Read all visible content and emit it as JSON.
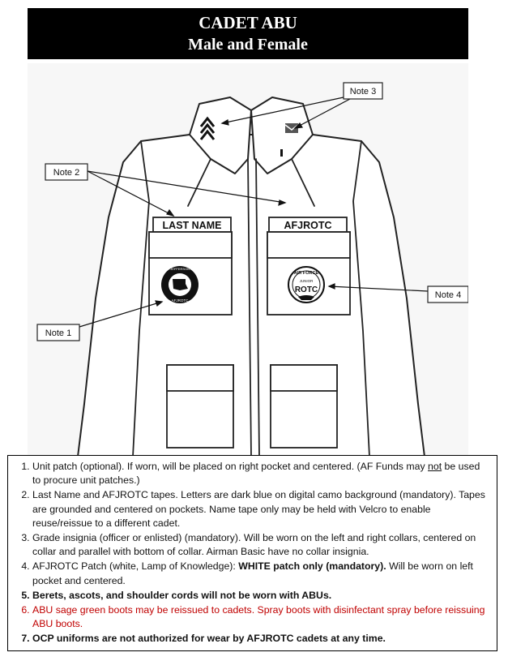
{
  "title_line1": "CADET ABU",
  "title_line2": "Male and Female",
  "callouts": {
    "note1": "Note 1",
    "note2": "Note 2",
    "note3": "Note 3",
    "note4": "Note 4"
  },
  "tapes": {
    "name_tape": "LAST NAME",
    "service_tape": "AFJROTC"
  },
  "patches": {
    "unit_patch_top": "EAST JEFFERSON HIGH",
    "unit_patch_bottom": "AFJROTC",
    "afjrotc_arc": "AIR FORCE",
    "afjrotc_junior": "JUNIOR",
    "afjrotc_rotc": "ROTC"
  },
  "notes": [
    {
      "pre": "Unit patch (optional).  If worn, will be placed on right pocket and centered.  (AF Funds may ",
      "underline": "not",
      "post": " be used to procure unit patches.)"
    },
    {
      "text": "Last Name and AFJROTC tapes.  Letters are dark blue on digital camo background (mandatory). Tapes are grounded and centered on pockets.  Name tape only may be held with Velcro to enable reuse/reissue to a different cadet."
    },
    {
      "text": "Grade insignia (officer or enlisted) (mandatory). Will be worn on the left and right collars, centered on collar and parallel with bottom of collar.  Airman Basic have no collar insignia."
    },
    {
      "pre": "AFJROTC Patch (white, Lamp of Knowledge):  ",
      "bold": "WHITE patch only (mandatory).",
      "post": "  Will be worn on left pocket and centered."
    },
    {
      "text": "Berets, ascots, and shoulder cords will not be worn with ABUs."
    },
    {
      "text": "ABU sage green boots may be reissued to cadets.  Spray boots with disinfectant spray before reissuing ABU boots."
    },
    {
      "text": "OCP uniforms are not authorized for wear by AFJROTC cadets at any time."
    }
  ],
  "colors": {
    "header_bg": "#000000",
    "warning_text": "#c00000"
  }
}
